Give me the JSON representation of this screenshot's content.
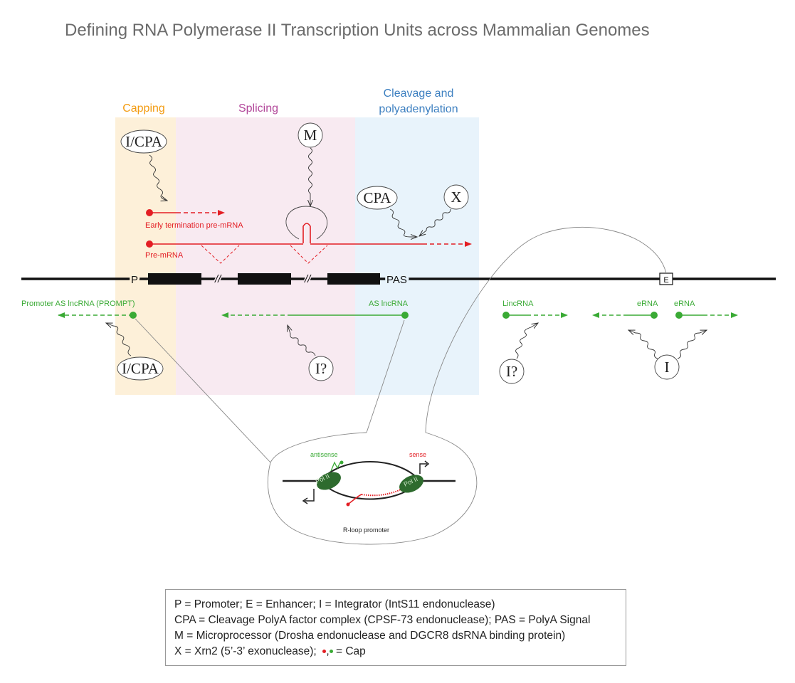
{
  "title": "Defining RNA Polymerase II Transcription Units across Mammalian Genomes",
  "regions": {
    "capping": {
      "label": "Capping",
      "color": "#f39c12",
      "bg": "#fdf0d9"
    },
    "splicing": {
      "label": "Splicing",
      "color": "#b2479a",
      "bg": "#f8eaf1"
    },
    "cleavage": {
      "label_line1": "Cleavage and",
      "label_line2": "polyadenylation",
      "color": "#3c7fc0",
      "bg": "#e8f3fb"
    }
  },
  "factors": {
    "icpa_top": "I/CPA",
    "m": "M",
    "cpa": "CPA",
    "x": "X",
    "icpa_bottom": "I/CPA",
    "i_q_as": "I?",
    "i_q_linc": "I?",
    "i_erna": "I"
  },
  "transcripts": {
    "early_termination": "Early termination pre-mRNA",
    "pre_mrna": "Pre-mRNA",
    "prompt": "Promoter AS lncRNA (PROMPT)",
    "as_lncrna": "AS lncRNA",
    "lincrna": "LincRNA",
    "erna_left": "eRNA",
    "erna_right": "eRNA"
  },
  "gene": {
    "promoter": "P",
    "pas": "PAS",
    "enhancer": "E",
    "break_mark": "//"
  },
  "inset": {
    "antisense": "antisense",
    "sense": "sense",
    "pol_label": "Pol II",
    "caption": "R-loop promoter"
  },
  "legend": {
    "line1": "P = Promoter; E = Enhancer; I = Integrator (IntS11 endonuclease)",
    "line2": "CPA = Cleavage PolyA factor complex (CPSF-73 endonuclease); PAS = PolyA Signal",
    "line3": "M = Microprocessor  (Drosha endonuclease and DGCR8 dsRNA binding protein)",
    "line4_prefix": "X = Xrn2 (5’-3’ exonuclease);",
    "line4_comma": ",",
    "line4_suffix": " = Cap"
  },
  "colors": {
    "red": "#e31e24",
    "green": "#3aaa35",
    "dark_green": "#2e6b2e"
  }
}
